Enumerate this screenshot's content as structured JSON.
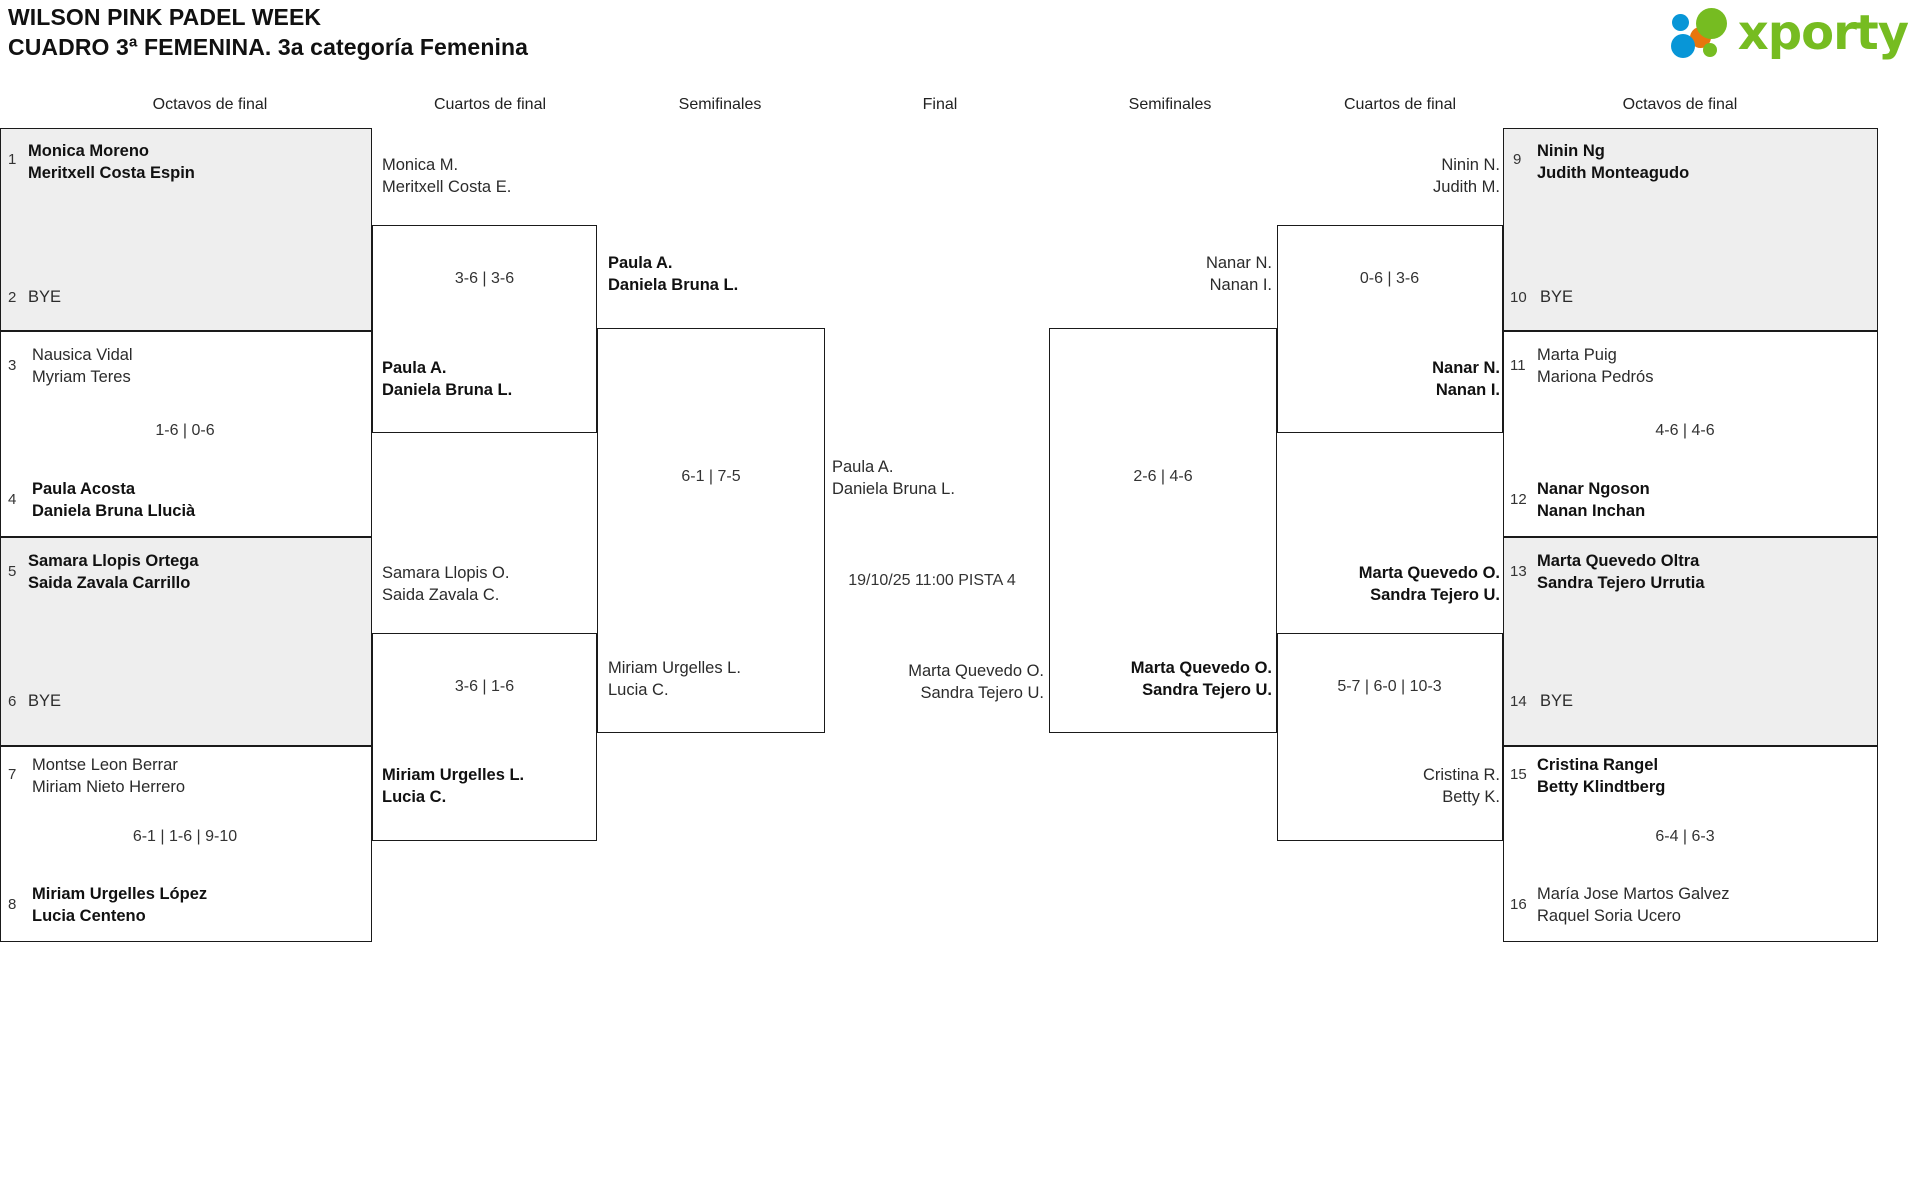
{
  "header": {
    "title_line1": "WILSON PINK PADEL WEEK",
    "title_line2": "CUADRO 3ª FEMENINA. 3a categoría Femenina",
    "logo_text": "xporty"
  },
  "round_labels": {
    "left_r16": "Octavos de final",
    "left_qf": "Cuartos de final",
    "left_sf": "Semifinales",
    "final": "Final",
    "right_sf": "Semifinales",
    "right_qf": "Cuartos de final",
    "right_r16": "Octavos de final"
  },
  "left": {
    "r16": [
      {
        "seed": "1",
        "p1": "Monica Moreno",
        "p2": "Meritxell Costa Espin",
        "winner": true
      },
      {
        "seed": "2",
        "p1": "BYE",
        "p2": "",
        "winner": false
      },
      {
        "seed": "3",
        "p1": "Nausica Vidal",
        "p2": "Myriam Teres",
        "winner": false
      },
      {
        "seed": "4",
        "p1": "Paula Acosta",
        "p2": "Daniela Bruna Llucià",
        "winner": true
      },
      {
        "seed": "5",
        "p1": "Samara Llopis Ortega",
        "p2": "Saida Zavala Carrillo",
        "winner": true
      },
      {
        "seed": "6",
        "p1": "BYE",
        "p2": "",
        "winner": false
      },
      {
        "seed": "7",
        "p1": "Montse Leon Berrar",
        "p2": "Miriam Nieto Herrero",
        "winner": false
      },
      {
        "seed": "8",
        "p1": "Miriam Urgelles López",
        "p2": "Lucia Centeno",
        "winner": true
      }
    ],
    "r16_scores": [
      "",
      "1-6 | 0-6",
      "",
      "6-1 | 1-6 | 9-10"
    ],
    "qf": [
      {
        "p1": "Monica M.",
        "p2": "Meritxell Costa E.",
        "winner": false
      },
      {
        "p1": "Paula A.",
        "p2": "Daniela Bruna L.",
        "winner": true
      },
      {
        "p1": "Samara Llopis O.",
        "p2": "Saida Zavala C.",
        "winner": false
      },
      {
        "p1": "Miriam Urgelles L.",
        "p2": "Lucia C.",
        "winner": true
      }
    ],
    "qf_scores": [
      "3-6 | 3-6",
      "3-6 | 1-6"
    ],
    "sf": [
      {
        "p1": "Paula A.",
        "p2": "Daniela Bruna L.",
        "winner": true
      },
      {
        "p1": "Miriam Urgelles L.",
        "p2": "Lucia C.",
        "winner": false
      }
    ],
    "sf_score": "6-1 | 7-5"
  },
  "final": {
    "top": {
      "p1": "Paula A.",
      "p2": "Daniela Bruna L.",
      "winner": false
    },
    "bottom": {
      "p1": "Marta Quevedo O.",
      "p2": "Sandra Tejero U.",
      "winner": false
    },
    "datetime": "19/10/25 11:00 PISTA 4"
  },
  "right": {
    "sf": [
      {
        "p1": "Nanar N.",
        "p2": "Nanan I.",
        "winner": false
      },
      {
        "p1": "Marta Quevedo O.",
        "p2": "Sandra Tejero U.",
        "winner": true
      }
    ],
    "sf_score": "2-6 | 4-6",
    "qf": [
      {
        "p1": "Ninin N.",
        "p2": "Judith M.",
        "winner": false
      },
      {
        "p1": "Nanar N.",
        "p2": "Nanan I.",
        "winner": true
      },
      {
        "p1": "Marta Quevedo O.",
        "p2": "Sandra Tejero U.",
        "winner": true
      },
      {
        "p1": "Cristina R.",
        "p2": "Betty K.",
        "winner": false
      }
    ],
    "qf_scores": [
      "0-6 | 3-6",
      "5-7 | 6-0 | 10-3"
    ],
    "r16": [
      {
        "seed": "9",
        "p1": "Ninin Ng",
        "p2": "Judith Monteagudo",
        "winner": true
      },
      {
        "seed": "10",
        "p1": "BYE",
        "p2": "",
        "winner": false
      },
      {
        "seed": "11",
        "p1": "Marta Puig",
        "p2": "Mariona Pedrós",
        "winner": false
      },
      {
        "seed": "12",
        "p1": "Nanar Ngoson",
        "p2": "Nanan Inchan",
        "winner": true
      },
      {
        "seed": "13",
        "p1": "Marta Quevedo Oltra",
        "p2": "Sandra Tejero Urrutia",
        "winner": true
      },
      {
        "seed": "14",
        "p1": "BYE",
        "p2": "",
        "winner": false
      },
      {
        "seed": "15",
        "p1": "Cristina Rangel",
        "p2": "Betty Klindtberg",
        "winner": true
      },
      {
        "seed": "16",
        "p1": "María Jose Martos Galvez",
        "p2": "Raquel Soria Ucero",
        "winner": false
      }
    ],
    "r16_scores": [
      "",
      "4-6 | 4-6",
      "",
      "6-4 | 6-3"
    ]
  }
}
